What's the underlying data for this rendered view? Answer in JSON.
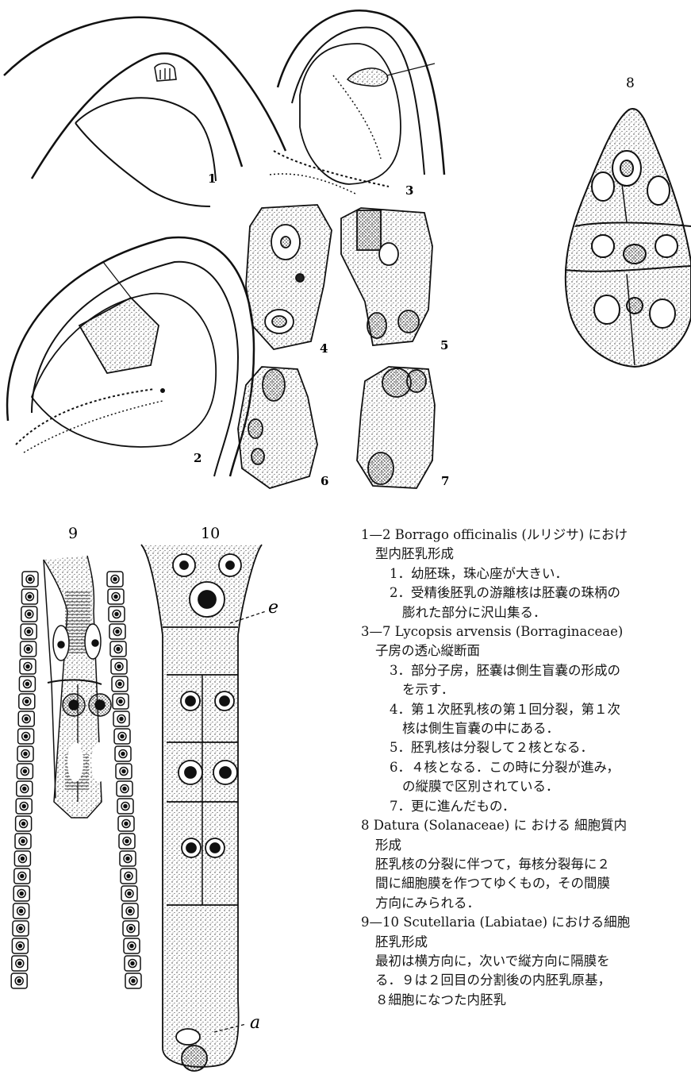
{
  "figure_labels": {
    "f1": "1",
    "f2": "2",
    "f3": "3",
    "f4": "4",
    "f5": "5",
    "f6": "6",
    "f7": "7",
    "f8": "8",
    "f9": "9",
    "f10": "10",
    "e": "e",
    "a": "a"
  },
  "caption": {
    "g1_head": "1—2  Borrago officinalis (ルリジサ) におけ",
    "g1_head2": "型内胚乳形成",
    "g1_i1": "1．幼胚珠，珠心座が大きい．",
    "g1_i2a": "2．受精後胚乳の游離核は胚嚢の珠柄の",
    "g1_i2b": "膨れた部分に沢山集る．",
    "g2_head": "3—7  Lycopsis  arvensis  (Borraginaceae)",
    "g2_head2": "子房の透心縦断面",
    "g2_i3a": "3．部分子房，胚嚢は側生盲嚢の形成の",
    "g2_i3b": "を示す．",
    "g2_i4a": "4．第１次胚乳核の第１回分裂，第１次",
    "g2_i4b": "核は側生盲嚢の中にある．",
    "g2_i5": "5．胚乳核は分裂して２核となる．",
    "g2_i6a": "6．４核となる．この時に分裂が進み，",
    "g2_i6b": "の縦膜で区別されている．",
    "g2_i7": "7．更に進んだもの．",
    "g3_head": "8  Datura (Solanaceae) に おける 細胞質内",
    "g3_head2": "形成",
    "g3_t1": "胚乳核の分裂に伴つて，毎核分裂毎に２",
    "g3_t2": "間に細胞膜を作つてゆくもの，その間膜",
    "g3_t3": "方向にみられる．",
    "g4_head": "9—10  Scutellaria (Labiatae) における細胞",
    "g4_head2": "胚乳形成",
    "g4_t1": "最初は横方向に，次いで縦方向に隔膜を",
    "g4_t2": "る．９は２回目の分割後の内胚乳原基，",
    "g4_t3": "８細胞になつた内胚乳"
  }
}
